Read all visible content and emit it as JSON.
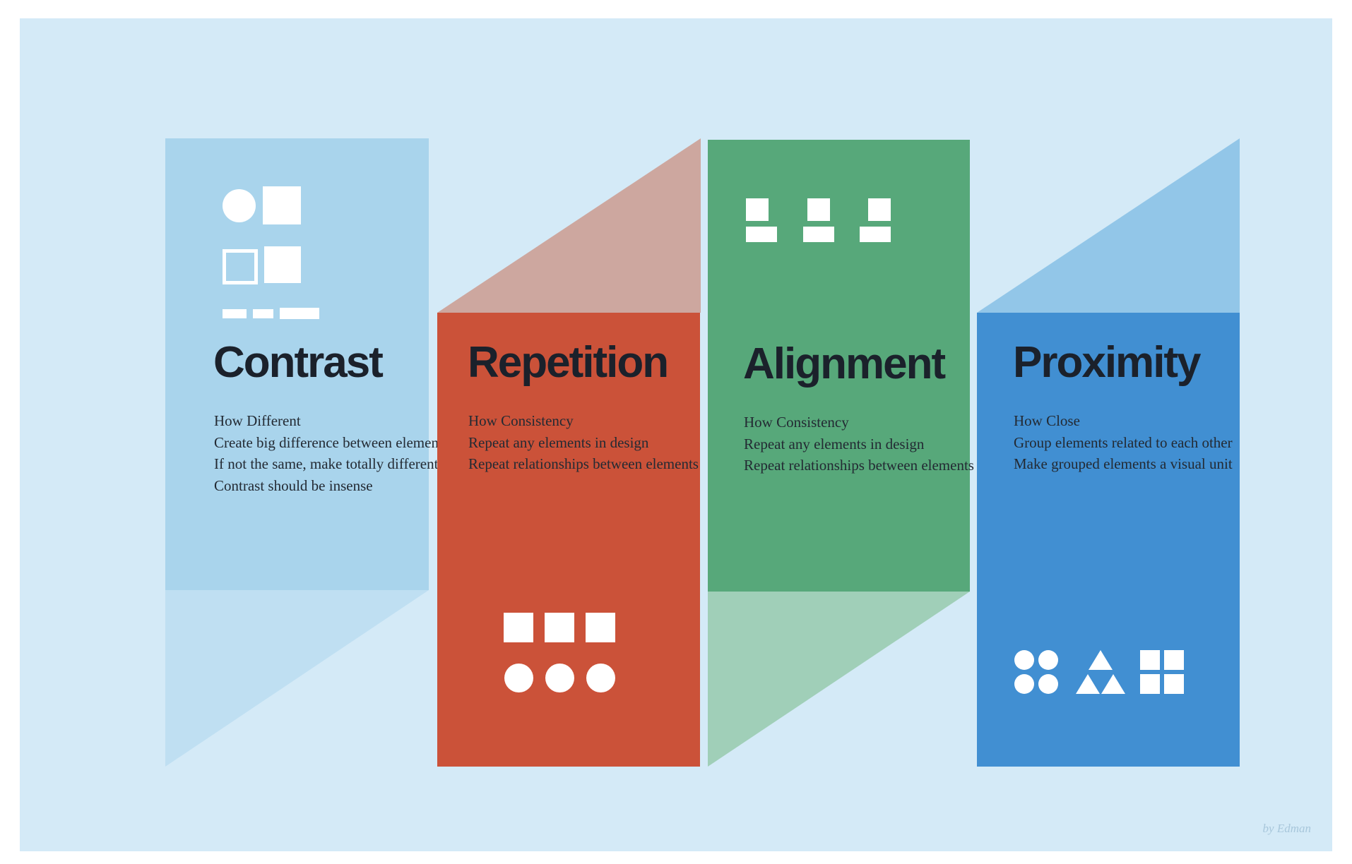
{
  "poster": {
    "background_color": "#d4eaf7",
    "credit": "by Edman"
  },
  "columns": [
    {
      "id": "contrast",
      "title": "Contrast",
      "color": "#a9d4ec",
      "shadow_color": "#bfdff2",
      "lines": [
        "How Different",
        "Create big difference between elements",
        "If not the same, make totally different",
        "Contrast should be insense"
      ],
      "icons": [
        "filled-circle-icon",
        "filled-square-icon",
        "outlined-square-icon",
        "filled-square-icon",
        "small-bar-icon",
        "small-bar-icon",
        "wide-bar-icon"
      ]
    },
    {
      "id": "repetition",
      "title": "Repetition",
      "color": "#cb5239",
      "shadow_color": "#cda79f",
      "lines": [
        "How Consistency",
        "Repeat any elements in design",
        "Repeat relationships between elements"
      ],
      "icons": [
        "square-icon",
        "square-icon",
        "square-icon",
        "circle-icon",
        "circle-icon",
        "circle-icon"
      ]
    },
    {
      "id": "alignment",
      "title": "Alignment",
      "color": "#57a87a",
      "shadow_color": "#a0cfb8",
      "lines": [
        "How Consistency",
        "Repeat any elements in design",
        "Repeat relationships between elements"
      ],
      "icons": [
        "left-aligned-blocks-icon",
        "center-aligned-blocks-icon",
        "right-aligned-blocks-icon"
      ]
    },
    {
      "id": "proximity",
      "title": "Proximity",
      "color": "#418fd2",
      "shadow_color": "#92c6e8",
      "lines": [
        "How Close",
        "Group elements related to each other",
        "Make grouped elements a visual unit"
      ],
      "icons": [
        "circle-cluster-icon",
        "triangle-cluster-icon",
        "square-grid-icon"
      ]
    }
  ]
}
